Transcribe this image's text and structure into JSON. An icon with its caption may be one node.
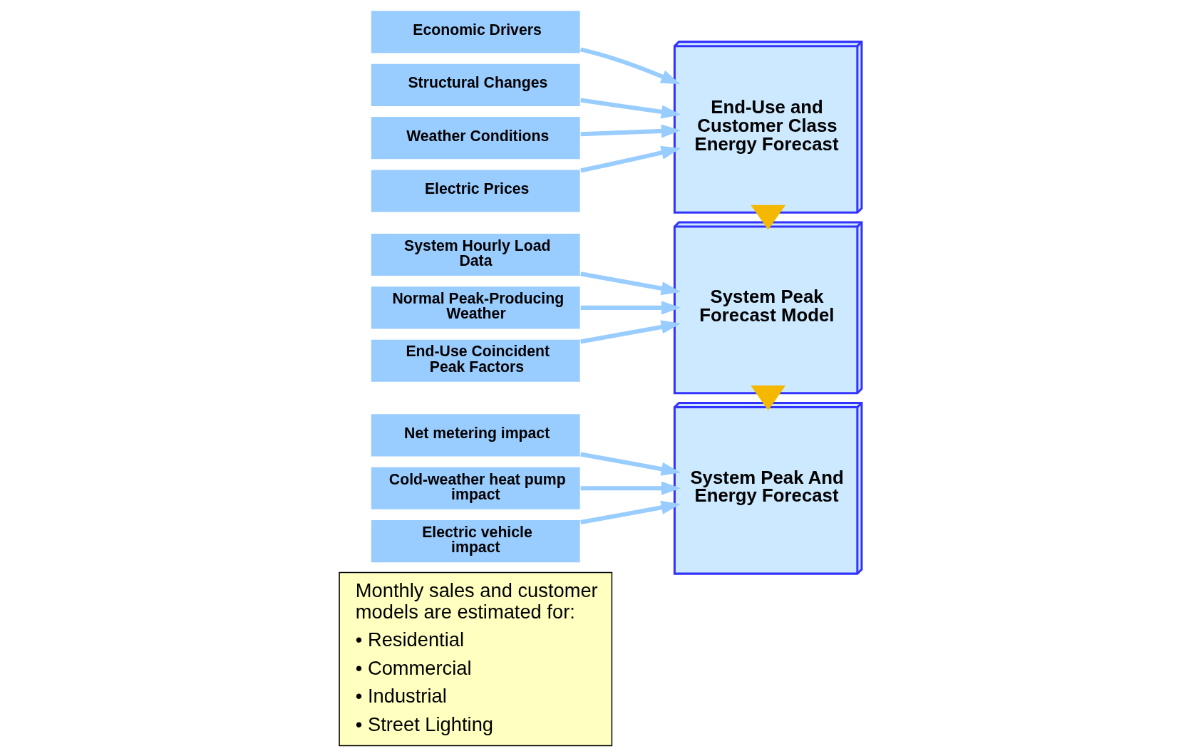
{
  "diagram": {
    "nodes": [
      {
        "text": [
          "Monthly sales and customer models are estimated for:",
          "• Residential",
          "• Commercial",
          "• Industrial",
          "• Street Lighting"
        ]
      },
      {
        "text": [
          "Economic Drivers"
        ]
      },
      {
        "text": [
          "Structural Changes"
        ]
      },
      {
        "text": [
          "Weather Conditions"
        ]
      },
      {
        "text": [
          "Electric Prices"
        ]
      },
      {
        "text": [
          "End-Use and Customer Class Energy Forecast"
        ]
      },
      {
        "text": [
          "System Hourly Load Data"
        ]
      },
      {
        "text": [
          "Normal Peak-Producing Weather"
        ]
      },
      {
        "text": [
          "End-Use Coincident Peak Factors"
        ]
      },
      {
        "text": [
          "System Peak Forecast Model"
        ]
      },
      {
        "text": [
          "Net metering impact"
        ]
      },
      {
        "text": [
          "Cold-weather heat pump impact"
        ]
      },
      {
        "text": [
          "Electric vehicle impact"
        ]
      },
      {
        "text": [
          "System Peak And Energy Forecast"
        ]
      }
    ],
    "edges": [
      {
        "from": 1,
        "to": 5,
        "arrow": "to"
      },
      {
        "from": 2,
        "to": 5,
        "arrow": "to"
      },
      {
        "from": 3,
        "to": 5,
        "arrow": "to"
      },
      {
        "from": 4,
        "to": 5,
        "arrow": "to"
      },
      {
        "from": 5,
        "to": 9,
        "arrow": "to",
        "style": "thick",
        "color": "#f5b800"
      },
      {
        "from": 6,
        "to": 9,
        "arrow": "to"
      },
      {
        "from": 7,
        "to": 9,
        "arrow": "to"
      },
      {
        "from": 8,
        "to": 9,
        "arrow": "to"
      },
      {
        "from": 9,
        "to": 13,
        "arrow": "to",
        "style": "thick",
        "color": "#f5b800"
      },
      {
        "from": 10,
        "to": 13,
        "arrow": "to"
      },
      {
        "from": 11,
        "to": 13,
        "arrow": "to"
      },
      {
        "from": 12,
        "to": 13,
        "arrow": "to"
      }
    ]
  }
}
